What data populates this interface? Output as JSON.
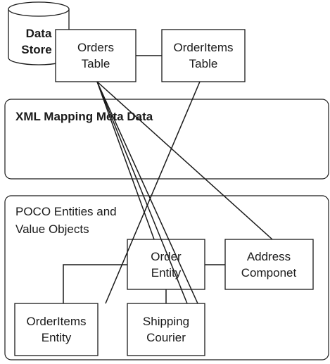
{
  "data_store": {
    "line1": "Data",
    "line2": "Store"
  },
  "orders_table": {
    "line1": "Orders",
    "line2": "Table"
  },
  "orderitems_table": {
    "line1": "OrderItems",
    "line2": "Table"
  },
  "xml_panel": {
    "title": "XML Mapping Meta Data"
  },
  "poco_panel": {
    "line1": "POCO Entities and",
    "line2": "Value Objects"
  },
  "order_entity": {
    "line1": "Order",
    "line2": "Entity"
  },
  "address_component": {
    "line1": "Address",
    "line2": "Componet"
  },
  "orderitems_entity": {
    "line1": "OrderItems",
    "line2": "Entity"
  },
  "shipping_courier": {
    "line1": "Shipping",
    "line2": "Courier"
  }
}
